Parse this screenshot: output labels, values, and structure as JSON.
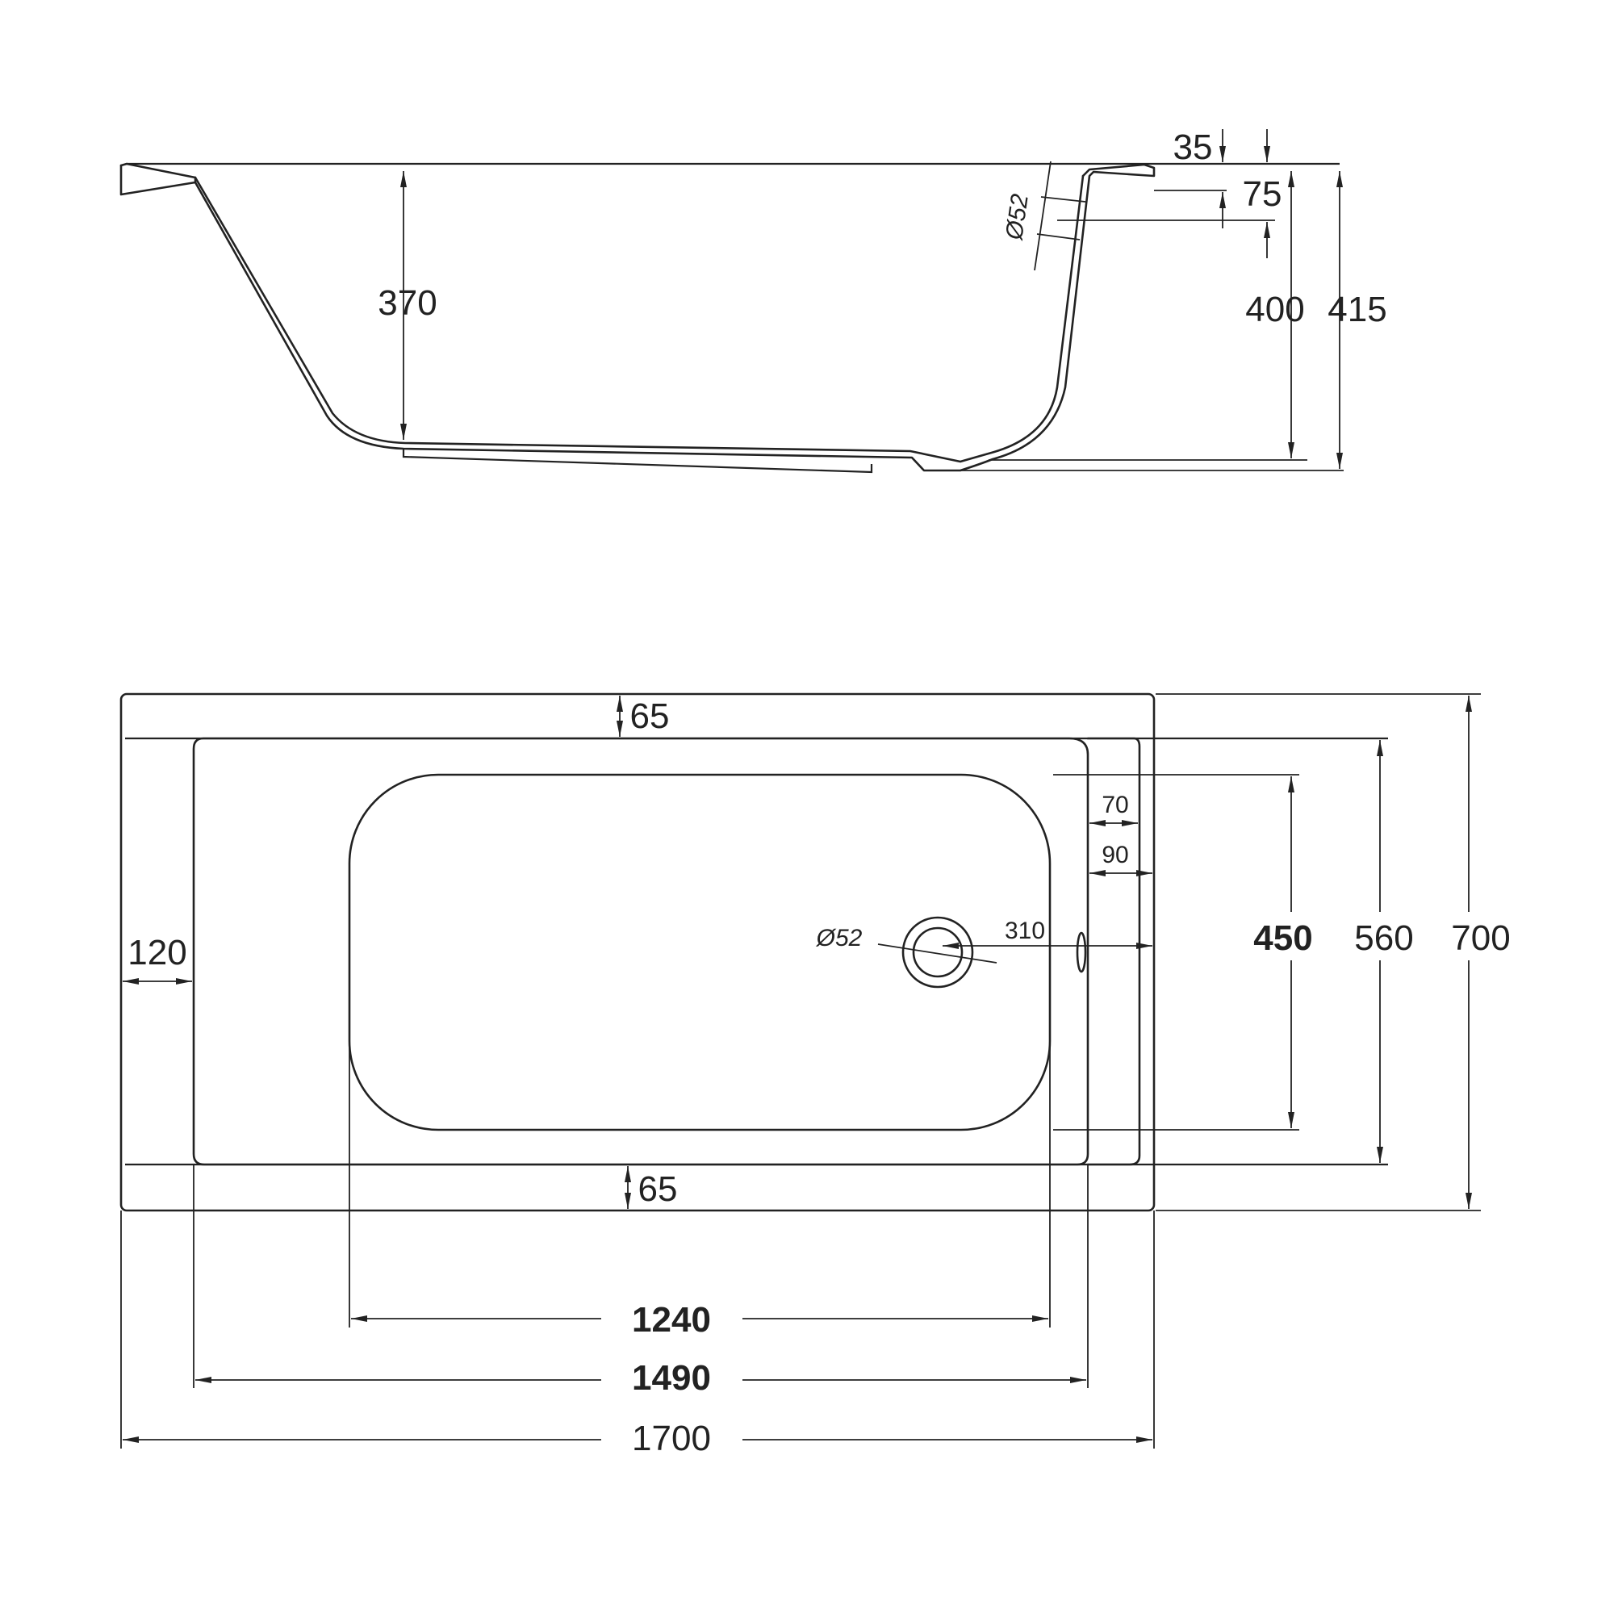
{
  "colors": {
    "line": "#222222",
    "background": "#ffffff"
  },
  "side_view": {
    "depth_370": "370",
    "height_400": "400",
    "height_415": "415",
    "rim_35": "35",
    "overflow_75": "75",
    "overflow_diameter": "Ø52"
  },
  "top_view": {
    "rim_top_65": "65",
    "rim_bottom_65": "65",
    "rim_left_120": "120",
    "rim_right_70": "70",
    "rim_right_90": "90",
    "drain_diameter": "Ø52",
    "drain_offset_310": "310",
    "inner_width_450": "450",
    "width_560": "560",
    "total_width_700": "700",
    "inner_length_1240": "1240",
    "length_1490": "1490",
    "total_length_1700": "1700"
  }
}
